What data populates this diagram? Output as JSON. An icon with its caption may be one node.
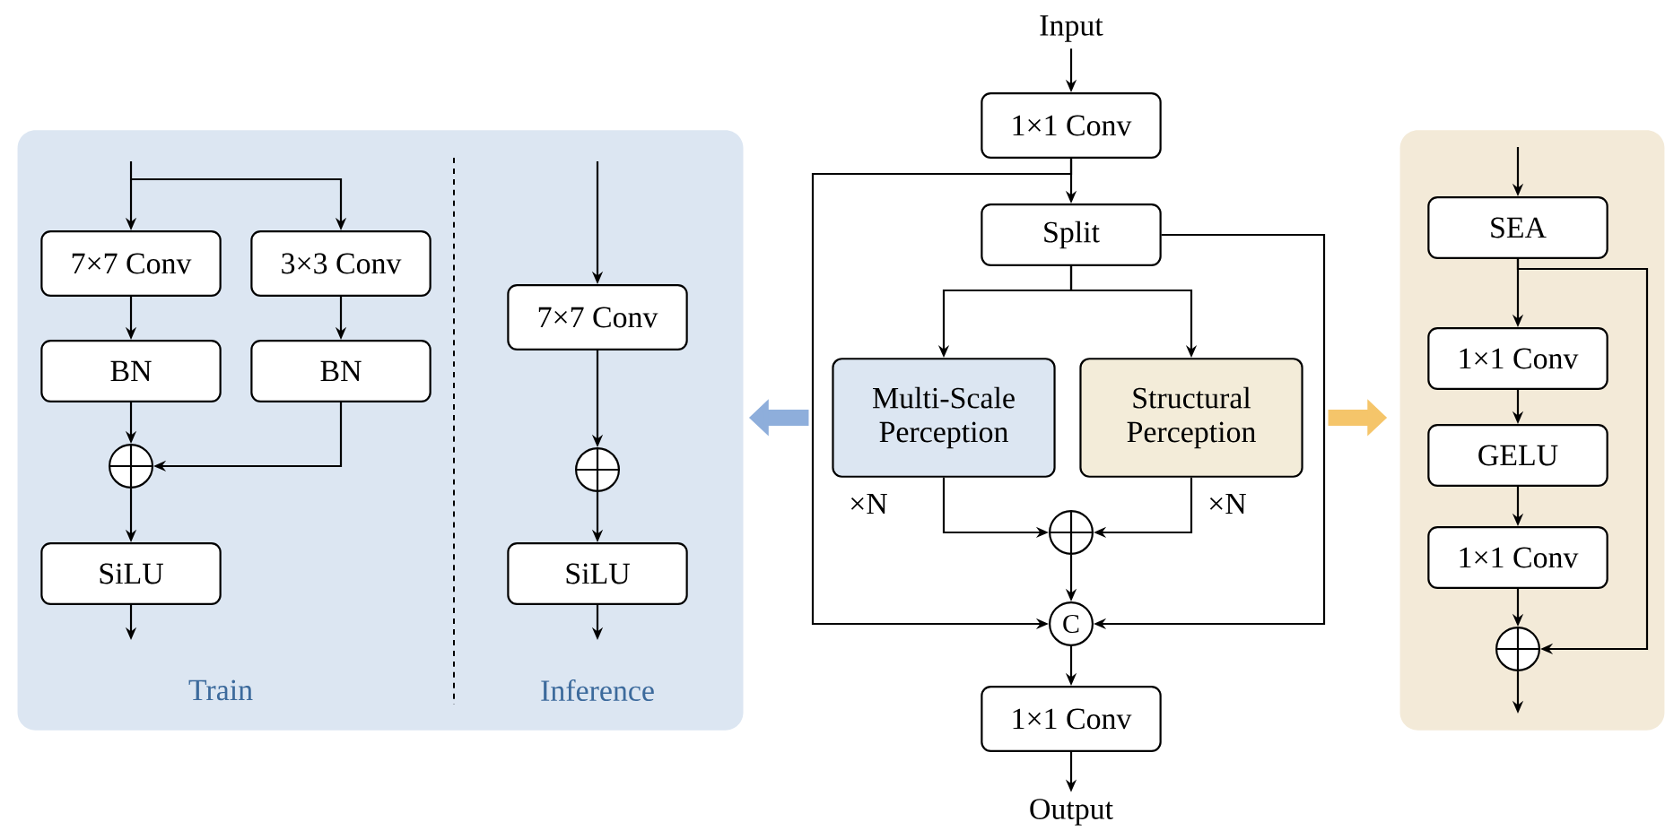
{
  "diagram": {
    "nodes": [
      {
        "text": [],
        "shape": "box"
      },
      {
        "text": [
          "7×7 Conv"
        ],
        "in": 0
      },
      {
        "text": [
          "3×3 Conv"
        ],
        "in": 0
      },
      {
        "text": [
          "BN"
        ],
        "in": 0
      },
      {
        "text": [
          "BN"
        ],
        "in": 0
      },
      {
        "text": [],
        "shape": "circle",
        "in": 0
      },
      {
        "text": [
          "SiLU"
        ],
        "in": 0
      },
      {
        "text": [
          "7×7 Conv"
        ],
        "in": 0
      },
      {
        "text": [],
        "shape": "circle",
        "in": 0
      },
      {
        "text": [
          "SiLU"
        ],
        "in": 0
      },
      {
        "text": [
          "Input"
        ]
      },
      {
        "text": [
          "1×1 Conv"
        ]
      },
      {
        "text": [
          "Split"
        ]
      },
      {
        "text": [
          "Multi-Scale Perception"
        ],
        "beside": [
          "×N"
        ]
      },
      {
        "text": [
          "Structural Perception"
        ],
        "beside": [
          "×N"
        ]
      },
      {
        "text": [],
        "shape": "circle"
      },
      {
        "text": [
          "C"
        ]
      },
      {
        "text": [
          "1×1 Conv"
        ]
      },
      {
        "text": [
          "Output"
        ]
      },
      {
        "text": [],
        "shape": "box"
      },
      {
        "text": [
          "SEA"
        ],
        "in": 19
      },
      {
        "text": [
          "1×1 Conv"
        ],
        "in": 19
      },
      {
        "text": [
          "GELU"
        ],
        "in": 19
      },
      {
        "text": [
          "1×1 Conv"
        ],
        "in": 19
      },
      {
        "text": [],
        "shape": "circle",
        "in": 19
      }
    ],
    "edges": [
      {
        "from": null,
        "to": 1,
        "arrow": "to"
      },
      {
        "from": null,
        "to": 2,
        "arrow": "to"
      },
      {
        "from": 1,
        "to": 3,
        "arrow": "to"
      },
      {
        "from": 2,
        "to": 4,
        "arrow": "to"
      },
      {
        "from": 3,
        "to": 5,
        "arrow": "to"
      },
      {
        "from": 4,
        "to": 5,
        "arrow": "to"
      },
      {
        "from": 5,
        "to": 6,
        "arrow": "to"
      },
      {
        "from": 6,
        "to": null,
        "arrow": "to"
      },
      {
        "from": null,
        "to": 7,
        "arrow": "to"
      },
      {
        "from": 7,
        "to": 8,
        "arrow": "to"
      },
      {
        "from": 8,
        "to": 9,
        "arrow": "to"
      },
      {
        "from": 9,
        "to": null,
        "arrow": "to"
      },
      {
        "from": 10,
        "to": 11,
        "arrow": "to"
      },
      {
        "from": 11,
        "to": 12,
        "arrow": "to"
      },
      {
        "from": 11,
        "to": 16,
        "arrow": "to"
      },
      {
        "from": 12,
        "to": 13,
        "arrow": "to"
      },
      {
        "from": 12,
        "to": 14,
        "arrow": "to"
      },
      {
        "from": 12,
        "to": 16,
        "arrow": "to"
      },
      {
        "from": 13,
        "to": 15,
        "arrow": "to"
      },
      {
        "from": 14,
        "to": 15,
        "arrow": "to"
      },
      {
        "from": 15,
        "to": 16,
        "arrow": "to"
      },
      {
        "from": 16,
        "to": 17,
        "arrow": "to"
      },
      {
        "from": 17,
        "to": 18,
        "arrow": "to"
      },
      {
        "from": 13,
        "to": 0,
        "arrow": "to",
        "style": "thick",
        "color": "#8eaedb"
      },
      {
        "from": 14,
        "to": 19,
        "arrow": "to",
        "style": "thick",
        "color": "#f5c56a"
      },
      {
        "from": null,
        "to": 20,
        "arrow": "to"
      },
      {
        "from": 20,
        "to": 21,
        "arrow": "to"
      },
      {
        "from": 20,
        "to": 24,
        "arrow": "to"
      },
      {
        "from": 21,
        "to": 22,
        "arrow": "to"
      },
      {
        "from": 22,
        "to": 23,
        "arrow": "to"
      },
      {
        "from": 23,
        "to": 24,
        "arrow": "to"
      },
      {
        "from": 24,
        "to": null,
        "arrow": "to"
      }
    ],
    "labels": [
      "Train",
      "Inference"
    ]
  }
}
